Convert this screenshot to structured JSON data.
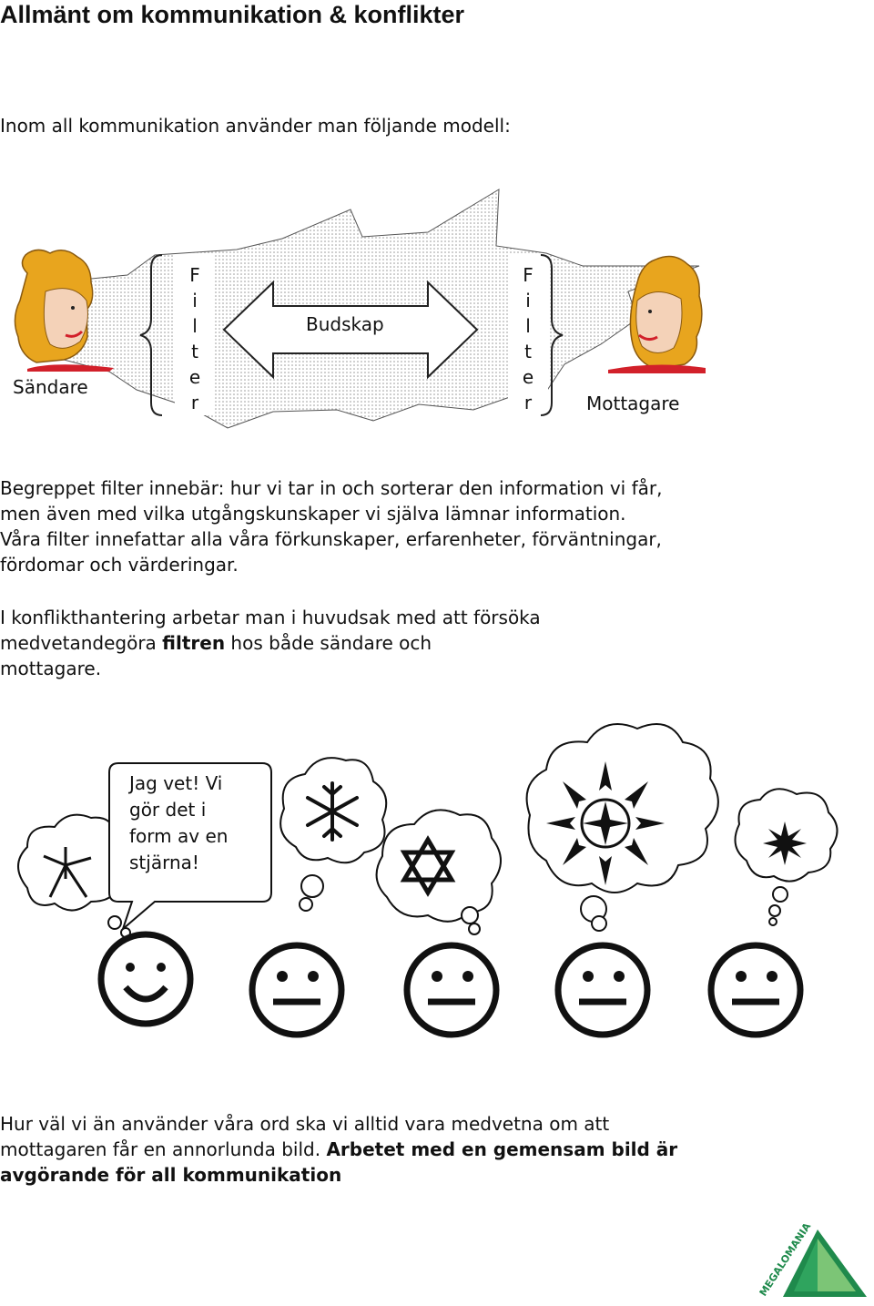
{
  "title": "Allmänt om kommunikation & konflikter",
  "intro": "Inom all kommunikation använder man följande modell:",
  "model": {
    "sender_label": "Sändare",
    "receiver_label": "Mottagare",
    "message_label": "Budskap",
    "filter_letters": [
      "F",
      "i",
      "l",
      "t",
      "e",
      "r"
    ]
  },
  "paragraph1": [
    "Begreppet filter innebär: hur vi tar in och sorterar den information vi får,",
    "men även med vilka utgångskunskaper vi själva lämnar information.",
    "Våra filter innefattar alla våra förkunskaper, erfarenheter, förväntningar,",
    "fördomar och värderingar."
  ],
  "paragraph2": {
    "line1": "I konflikthantering arbetar man i huvudsak med att försöka",
    "line2_before": "medvetandegöra ",
    "line2_bold": "filtren",
    "line2_after": " hos både sändare och",
    "line3": "mottagare."
  },
  "speech_bubble": [
    "Jag vet! Vi",
    "gör det i",
    "form av en",
    "stjärna!"
  ],
  "paragraph3": {
    "line1": "Hur väl vi än använder våra ord ska vi alltid vara medvetna om att",
    "line2_plain": "mottagaren får en annorlunda bild. ",
    "line2_bold": "Arbetet med en gemensam bild är",
    "line3_bold": "avgörande för all kommunikation"
  },
  "logo_text": "MEGALOMANIA",
  "colors": {
    "logo_dark": "#1f8a4c",
    "logo_light": "#7cc576",
    "hair": "#e8a51e",
    "skin": "#f4d2b8",
    "lips": "#d2202a"
  }
}
